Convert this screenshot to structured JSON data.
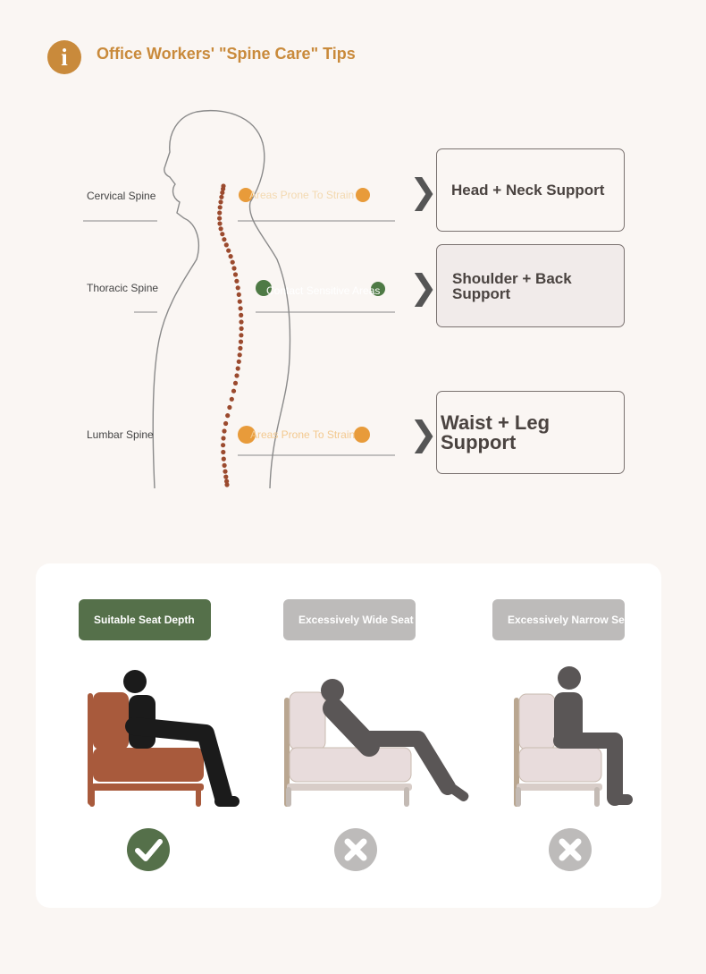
{
  "title": "Office Workers' \"Spine Care\" Tips",
  "spine": {
    "cervical": {
      "label": "Cervical Spine",
      "tag": "Areas Prone To Strain"
    },
    "thoracic": {
      "label": "Thoracic Spine",
      "tag": "Contact Sensitive Areas"
    },
    "lumbar": {
      "label": "Lumbar Spine",
      "tag": "Areas Prone To Strain"
    }
  },
  "supports": {
    "head_neck": "Head + Neck Support",
    "shoulder_back": "Shoulder + Back Support",
    "waist_leg": "Waist + Leg Support"
  },
  "seats": [
    {
      "label": "Suitable Seat Depth",
      "verdict": "correct"
    },
    {
      "label": "Excessively Wide Seat Depth",
      "verdict": "incorrect"
    },
    {
      "label": "Excessively Narrow Seat Depth",
      "verdict": "incorrect"
    }
  ],
  "colors": {
    "accent": "#c98a3b",
    "orange_dot": "#e89b3a",
    "green_dot": "#4e7a45",
    "spine_dots": "#9b4a2e",
    "good": "#55704a",
    "neutral": "#bdbbba",
    "chair_good": "#a85a3c",
    "chair_bad": "#e8dcdc"
  },
  "icons": [
    "info-icon",
    "chevron-right-icon",
    "check-icon",
    "cross-icon"
  ]
}
